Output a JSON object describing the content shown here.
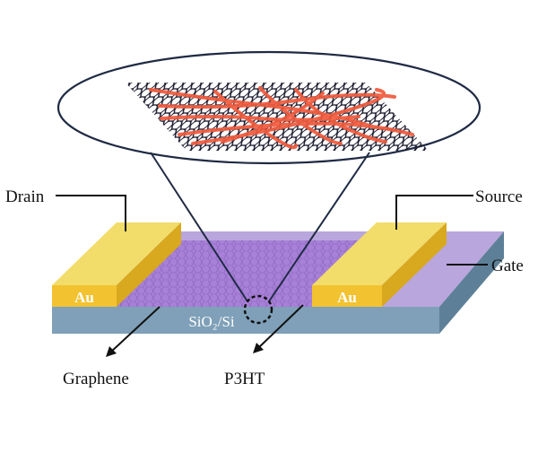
{
  "labels": {
    "drain": "Drain",
    "source": "Source",
    "gate": "Gate",
    "au_left": "Au",
    "au_right": "Au",
    "substrate": "SiO₂/Si",
    "graphene": "Graphene",
    "p3ht": "P3HT"
  },
  "colors": {
    "gold_top": "#f2dc6a",
    "gold_front": "#f2c230",
    "gold_side": "#d8a81e",
    "purple_channel": "#a880d8",
    "substrate_front": "#7fa0b8",
    "substrate_top": "#b9a6dc",
    "gate_side": "#5d8098",
    "graphene_lattice": "#1a1a2e",
    "p3ht_chains": "#f05a3c",
    "outline": "#1f2a44"
  }
}
